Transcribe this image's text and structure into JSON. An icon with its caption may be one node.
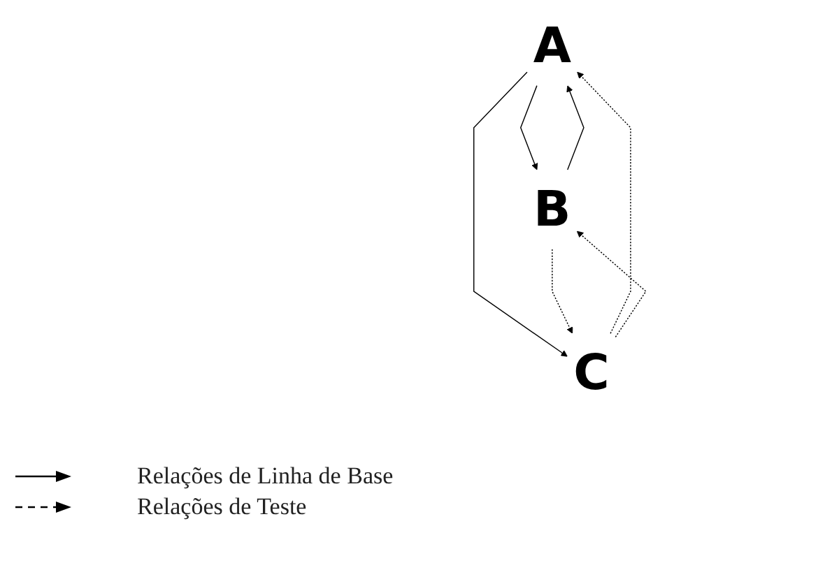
{
  "diagram": {
    "nodes": [
      {
        "text": [
          "A"
        ]
      },
      {
        "text": [
          "B"
        ]
      },
      {
        "text": [
          "C"
        ]
      }
    ],
    "edges": [
      {
        "from": 1,
        "to": 0,
        "arrow": "to"
      },
      {
        "from": 0,
        "to": 1,
        "arrow": "to"
      },
      {
        "from": 0,
        "to": 2,
        "arrow": "to"
      },
      {
        "from": 2,
        "to": 0,
        "arrow": "to",
        "style": "dashed"
      },
      {
        "from": 1,
        "to": 2,
        "arrow": "to",
        "style": "dashed"
      },
      {
        "from": 2,
        "to": 1,
        "arrow": "to",
        "style": "dashed"
      }
    ],
    "legend": [
      {
        "text": "Relações de Linha de Base"
      },
      {
        "text": "Relações de Teste"
      }
    ]
  }
}
